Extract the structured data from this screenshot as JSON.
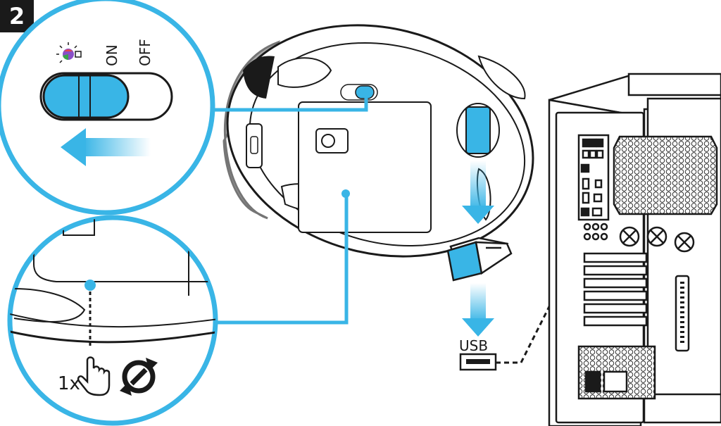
{
  "step": {
    "number": "2"
  },
  "switch": {
    "on_label": "ON",
    "off_label": "OFF",
    "position": "ON"
  },
  "pairing": {
    "press_count": "1x"
  },
  "receiver": {
    "port_label": "USB"
  },
  "colors": {
    "accent": "#39b5e6",
    "ink": "#1a1a1a",
    "background": "#ffffff"
  },
  "icons": [
    "rgb-light-icon",
    "arrow-left-icon",
    "arrow-down-icon",
    "hand-press-icon",
    "connect-sync-icon"
  ]
}
